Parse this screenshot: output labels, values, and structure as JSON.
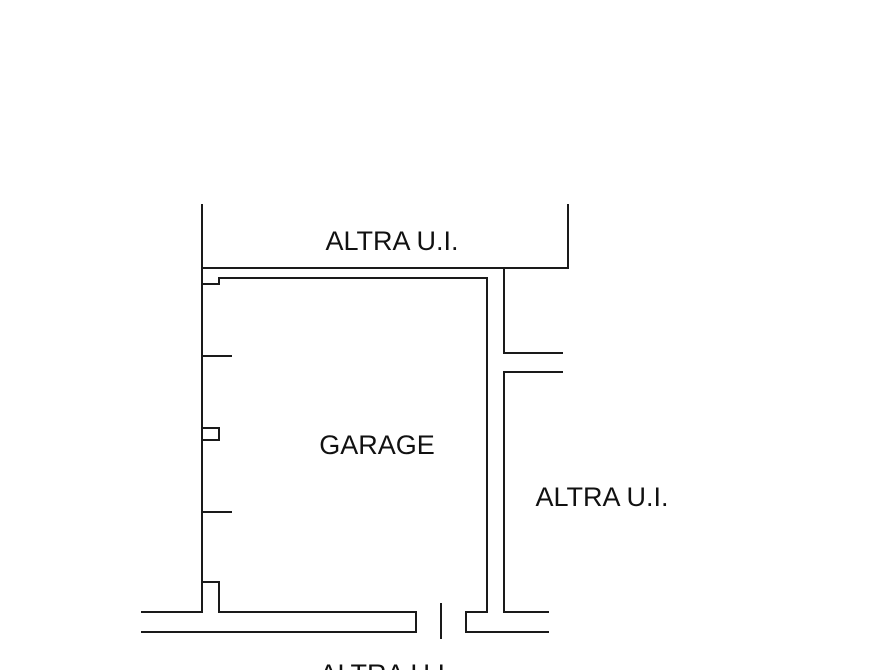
{
  "labels": {
    "top_unit": "ALTRA U.I.",
    "room": "GARAGE",
    "right_unit": "ALTRA U.I.",
    "bottom_unit": "ALTRA U.I."
  },
  "colors": {
    "line": "#1a1a1a",
    "background": "#ffffff"
  }
}
